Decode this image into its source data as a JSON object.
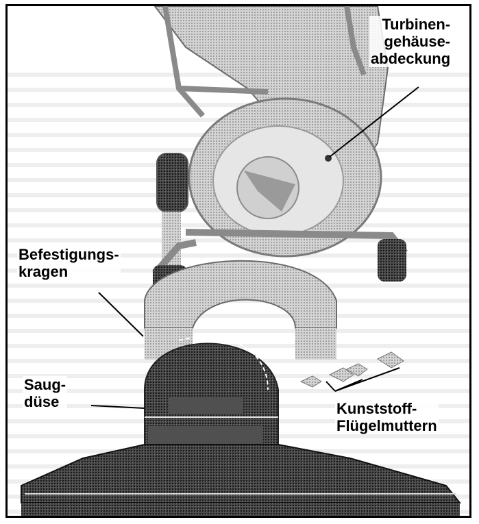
{
  "labels": {
    "turbine_cover": [
      "Turbinen-",
      "gehäuse-",
      "abdeckung"
    ],
    "mounting_collar": [
      "Befestigungs-",
      "kragen"
    ],
    "suction_nozzle": [
      "Saug-",
      "düse"
    ],
    "wing_nuts": [
      "Kunststoff-",
      "Flügelmuttern"
    ]
  },
  "colors": {
    "border": "#000000",
    "machine_light": "#c8c8c8",
    "machine_dark": "#3a3a3a",
    "background": "#ffffff"
  }
}
